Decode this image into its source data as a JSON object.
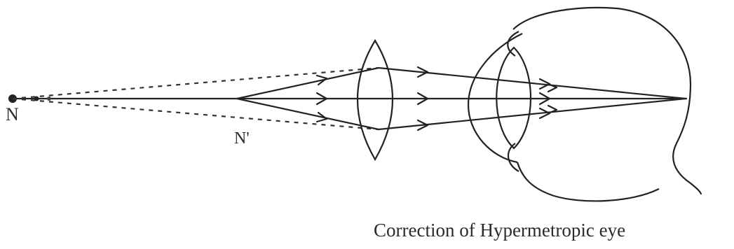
{
  "labels": {
    "near_point": "N",
    "image_point": "N'",
    "caption": "Correction of Hypermetropic eye"
  },
  "colors": {
    "ink": "#222222",
    "background": "#ffffff"
  }
}
